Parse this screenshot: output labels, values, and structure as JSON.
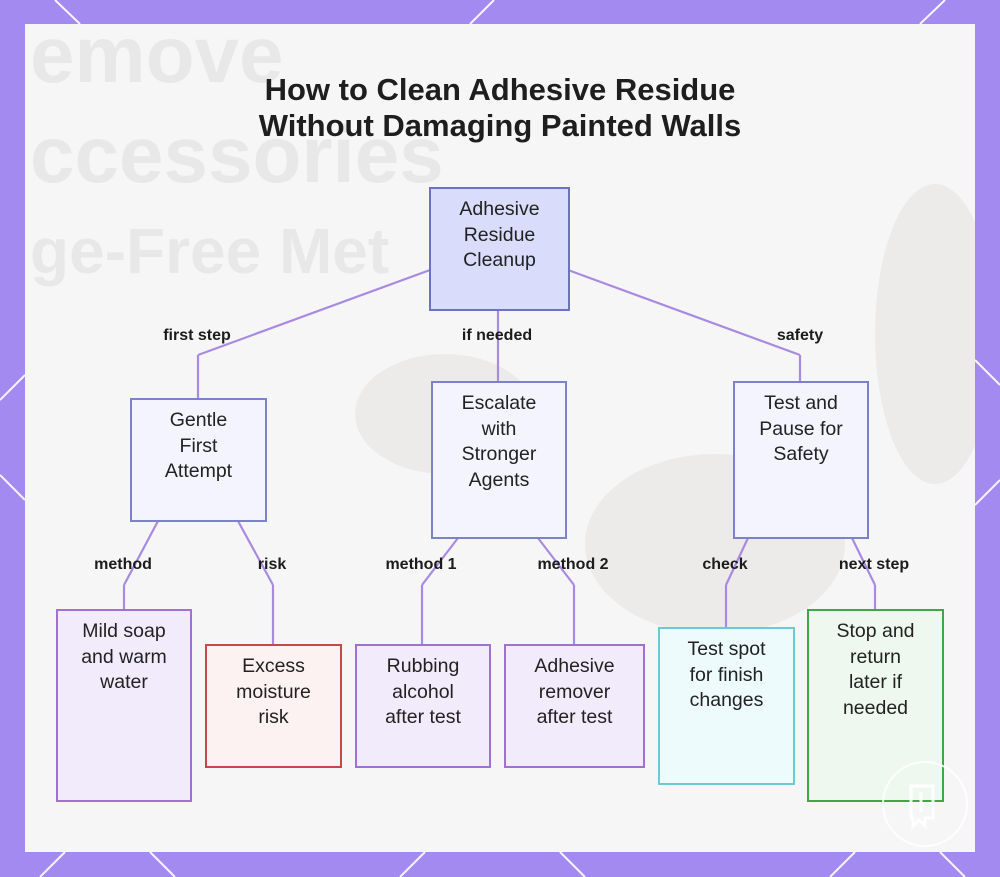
{
  "title": {
    "line1": "How to Clean Adhesive Residue",
    "line2": "Without Damaging Painted Walls"
  },
  "background_text": {
    "line1": "emove",
    "line2": "ccessories",
    "line3": "ge-Free Met"
  },
  "colors": {
    "frame": "#a38af0",
    "root_fill": "#d9dcfb",
    "branch_fill": "#f3f4fd",
    "connector": "#a88be0"
  },
  "nodes": {
    "root": "Adhesive\nResidue\nCleanup",
    "gentle": "Gentle\nFirst\nAttempt",
    "escalate": "Escalate\nwith\nStronger\nAgents",
    "test_pause": "Test and\nPause for\nSafety",
    "soap": "Mild soap\nand warm\nwater",
    "moisture": "Excess\nmoisture\nrisk",
    "alcohol": "Rubbing\nalcohol\nafter test",
    "remover": "Adhesive\nremover\nafter test",
    "test_spot": "Test spot\nfor finish\nchanges",
    "stop": "Stop and\nreturn\nlater if\nneeded"
  },
  "edge_labels": {
    "first_step": "first step",
    "if_needed": "if needed",
    "safety": "safety",
    "method": "method",
    "risk": "risk",
    "method_1": "method 1",
    "method_2": "method 2",
    "check": "check",
    "next_step": "next step"
  },
  "watermark_icon": "book-logo-icon"
}
